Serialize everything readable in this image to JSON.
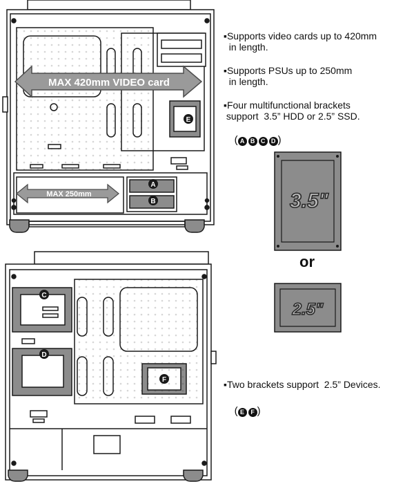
{
  "top_view": {
    "arrow_video": "MAX 420mm VIDEO card",
    "arrow_psu": "MAX 250mm",
    "bracket_labels": [
      "A",
      "B",
      "E"
    ]
  },
  "bottom_view": {
    "bracket_labels": [
      "C",
      "D",
      "F"
    ]
  },
  "notes": {
    "video": [
      "Supports video cards up to 420mm",
      "in length."
    ],
    "psu": [
      "Supports PSUs up to 250mm",
      "in length."
    ],
    "brackets": [
      "Four multifunctional brackets",
      "support  3.5” HDD or 2.5” SSD."
    ],
    "brackets_badges": [
      "A",
      "B",
      "C",
      "D"
    ],
    "two_brackets": "Two brackets support  2.5” Devices.",
    "two_brackets_badges": [
      "E",
      "F"
    ]
  },
  "drives": {
    "large": "3.5\"",
    "or": "or",
    "small": "2.5\""
  },
  "colors": {
    "line": "#1a1a1a",
    "gray_fill": "#8c8c8c",
    "arrow": "#9a9a9a",
    "arrow_edge": "#4d4d4d"
  }
}
